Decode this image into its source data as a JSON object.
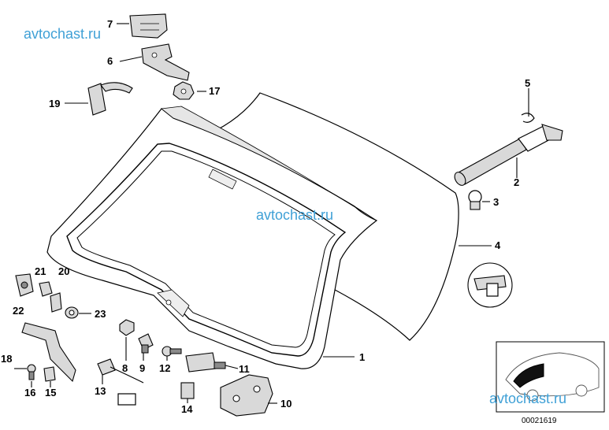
{
  "watermarks": [
    "avtochast.ru",
    "avtochast.ru",
    "avtochast.ru"
  ],
  "reference_code": "00021619",
  "callouts": [
    "1",
    "2",
    "3",
    "4",
    "5",
    "6",
    "7",
    "8",
    "9",
    "10",
    "11",
    "12",
    "13",
    "14",
    "15",
    "16",
    "17",
    "18",
    "19",
    "20",
    "21",
    "22",
    "23"
  ],
  "colors": {
    "watermark": "#3fa0d6",
    "line": "#000000",
    "fill_grey": "#d9d9d9"
  }
}
